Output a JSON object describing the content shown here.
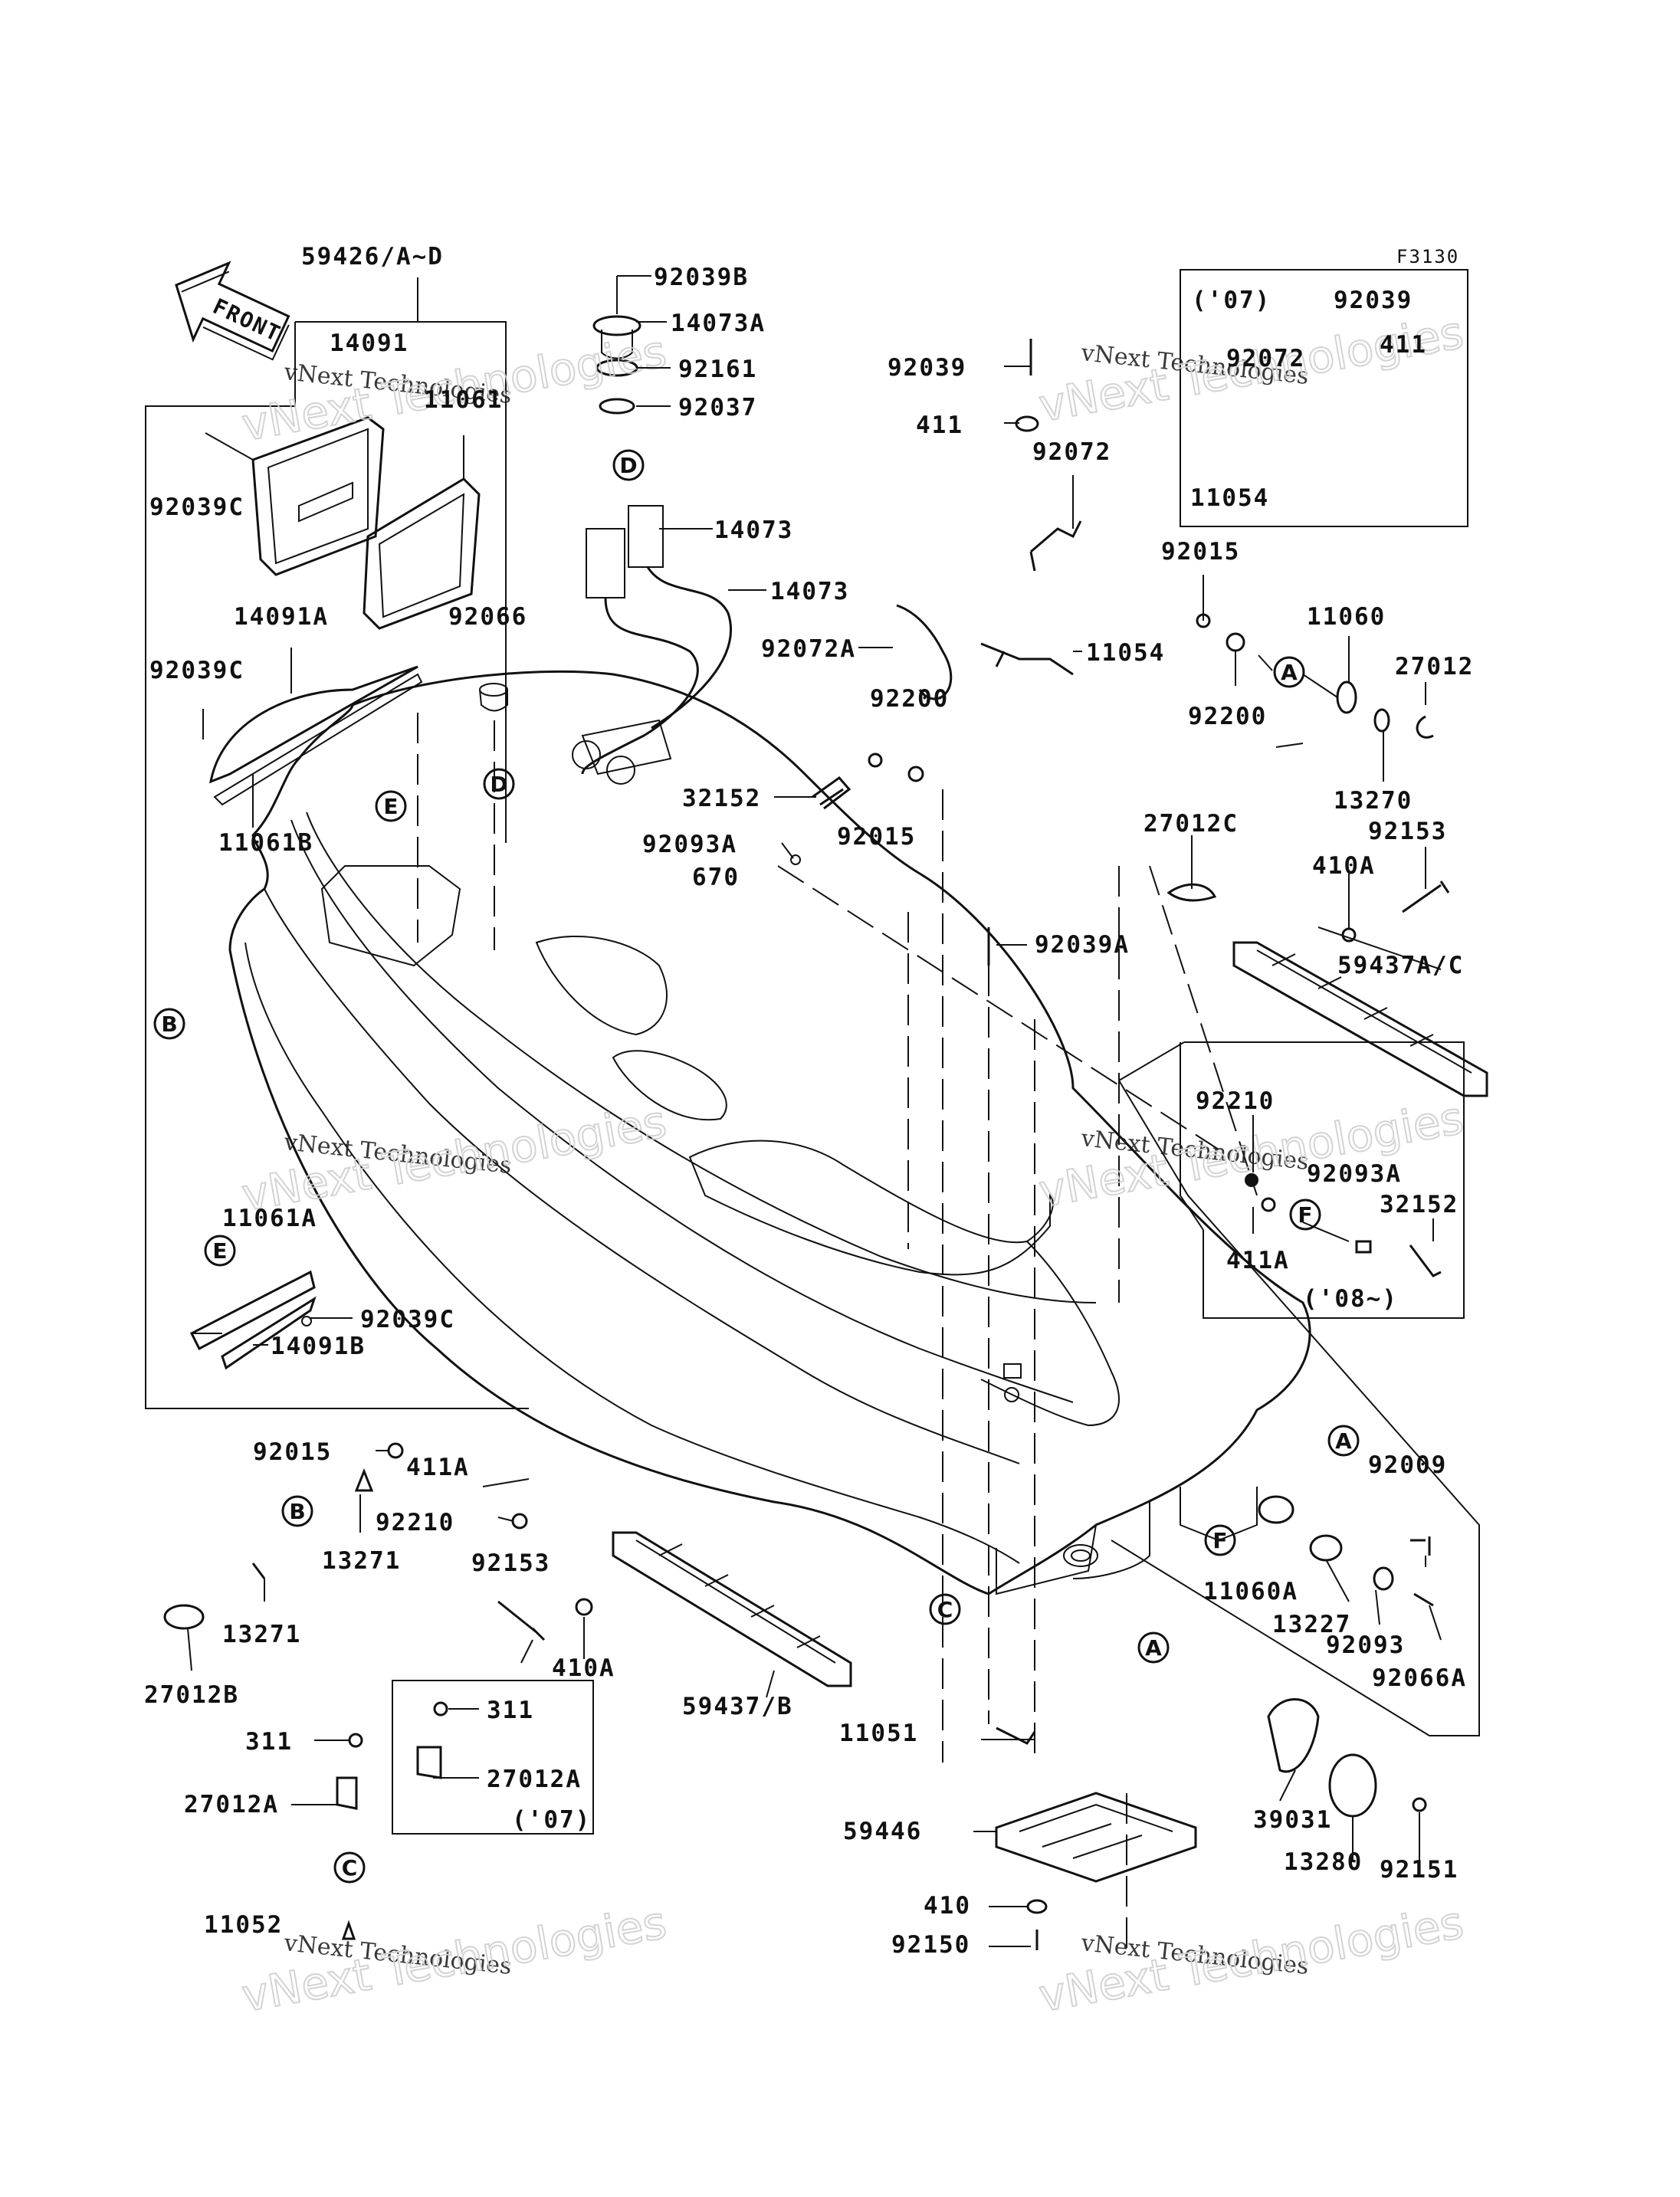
{
  "diagram_code": "F3130",
  "front_label": "FRONT",
  "watermark": {
    "line1": "vNext Technologies",
    "line2": "vNext Technologies"
  },
  "parts": [
    {
      "id": "p1",
      "text": "59426/A~D"
    },
    {
      "id": "p2",
      "text": "14091"
    },
    {
      "id": "p3",
      "text": "11061"
    },
    {
      "id": "p4",
      "text": "92039C"
    },
    {
      "id": "p5",
      "text": "14091A"
    },
    {
      "id": "p6",
      "text": "92066"
    },
    {
      "id": "p7",
      "text": "92039C"
    },
    {
      "id": "p8",
      "text": "11061B"
    },
    {
      "id": "p9",
      "text": "92039B"
    },
    {
      "id": "p10",
      "text": "14073A"
    },
    {
      "id": "p11",
      "text": "92161"
    },
    {
      "id": "p12",
      "text": "92037"
    },
    {
      "id": "p13",
      "text": "14073"
    },
    {
      "id": "p14",
      "text": "14073"
    },
    {
      "id": "p15",
      "text": "92072A"
    },
    {
      "id": "p16",
      "text": "92200"
    },
    {
      "id": "p17",
      "text": "32152"
    },
    {
      "id": "p18",
      "text": "92015"
    },
    {
      "id": "p19",
      "text": "92093A"
    },
    {
      "id": "p20",
      "text": "670"
    },
    {
      "id": "p21",
      "text": "92039"
    },
    {
      "id": "p22",
      "text": "411"
    },
    {
      "id": "p23",
      "text": "92072"
    },
    {
      "id": "p24",
      "text": "11054"
    },
    {
      "id": "p25",
      "text": "92039A"
    },
    {
      "id": "p26",
      "text": "92039"
    },
    {
      "id": "p27",
      "text": "92072"
    },
    {
      "id": "p28",
      "text": "411"
    },
    {
      "id": "p29",
      "text": "11054"
    },
    {
      "id": "p30",
      "text": "92015"
    },
    {
      "id": "p31",
      "text": "11060"
    },
    {
      "id": "p32",
      "text": "27012"
    },
    {
      "id": "p33",
      "text": "92200"
    },
    {
      "id": "p34",
      "text": "13270"
    },
    {
      "id": "p35",
      "text": "27012C"
    },
    {
      "id": "p36",
      "text": "92153"
    },
    {
      "id": "p37",
      "text": "410A"
    },
    {
      "id": "p38",
      "text": "59437A/C"
    },
    {
      "id": "p39",
      "text": "92210"
    },
    {
      "id": "p40",
      "text": "92093A"
    },
    {
      "id": "p41",
      "text": "32152"
    },
    {
      "id": "p42",
      "text": "411A"
    },
    {
      "id": "p43",
      "text": "11061A"
    },
    {
      "id": "p44",
      "text": "92039C"
    },
    {
      "id": "p45",
      "text": "14091B"
    },
    {
      "id": "p46",
      "text": "92015"
    },
    {
      "id": "p47",
      "text": "411A"
    },
    {
      "id": "p48",
      "text": "92210"
    },
    {
      "id": "p49",
      "text": "13271"
    },
    {
      "id": "p50",
      "text": "13271"
    },
    {
      "id": "p51",
      "text": "27012B"
    },
    {
      "id": "p52",
      "text": "92153"
    },
    {
      "id": "p53",
      "text": "410A"
    },
    {
      "id": "p54",
      "text": "59437/B"
    },
    {
      "id": "p55",
      "text": "311"
    },
    {
      "id": "p56",
      "text": "311"
    },
    {
      "id": "p57",
      "text": "27012A"
    },
    {
      "id": "p58",
      "text": "27012A"
    },
    {
      "id": "p59",
      "text": "11052"
    },
    {
      "id": "p60",
      "text": "92009"
    },
    {
      "id": "p61",
      "text": "11060A"
    },
    {
      "id": "p62",
      "text": "13227"
    },
    {
      "id": "p63",
      "text": "92093"
    },
    {
      "id": "p64",
      "text": "92066A"
    },
    {
      "id": "p65",
      "text": "11051"
    },
    {
      "id": "p66",
      "text": "59446"
    },
    {
      "id": "p67",
      "text": "410"
    },
    {
      "id": "p68",
      "text": "92150"
    },
    {
      "id": "p69",
      "text": "39031"
    },
    {
      "id": "p70",
      "text": "13280"
    },
    {
      "id": "p71",
      "text": "92151"
    }
  ],
  "year_notes": [
    {
      "id": "y1",
      "text": "('07)"
    },
    {
      "id": "y2",
      "text": "('08~)"
    },
    {
      "id": "y3",
      "text": "('07)"
    }
  ],
  "callouts": [
    {
      "id": "c1",
      "text": "D"
    },
    {
      "id": "c2",
      "text": "D"
    },
    {
      "id": "c3",
      "text": "E"
    },
    {
      "id": "c4",
      "text": "E"
    },
    {
      "id": "c5",
      "text": "B"
    },
    {
      "id": "c6",
      "text": "B"
    },
    {
      "id": "c7",
      "text": "A"
    },
    {
      "id": "c8",
      "text": "A"
    },
    {
      "id": "c9",
      "text": "A"
    },
    {
      "id": "c10",
      "text": "C"
    },
    {
      "id": "c11",
      "text": "C"
    },
    {
      "id": "c12",
      "text": "F"
    },
    {
      "id": "c13",
      "text": "F"
    }
  ]
}
